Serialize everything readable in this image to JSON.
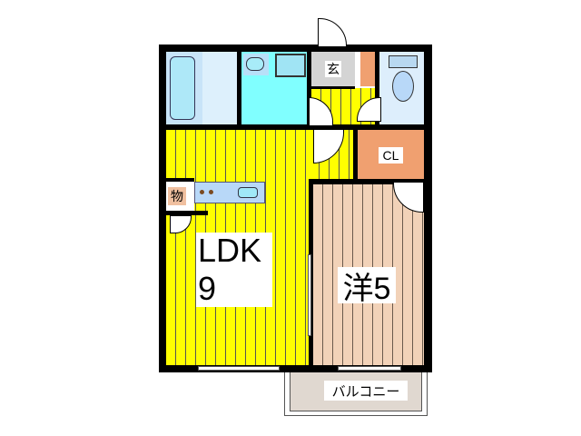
{
  "floorplan": {
    "rooms": {
      "ldk": {
        "label": "LDK",
        "size": "9"
      },
      "western": {
        "label": "洋5"
      },
      "closet": {
        "label": "CL"
      },
      "entrance": {
        "label": "玄"
      },
      "storage": {
        "label": "物"
      },
      "balcony": {
        "label": "バルコニー"
      }
    },
    "colors": {
      "ldk_floor": "#ffff00",
      "western_floor": "#f2d2b8",
      "closet": "#f0a070",
      "bath": "#c8e4f8",
      "washroom": "#80ffff",
      "entrance": "#d4d4d4",
      "balcony": "#e0d8d0",
      "wall": "#000000"
    }
  }
}
